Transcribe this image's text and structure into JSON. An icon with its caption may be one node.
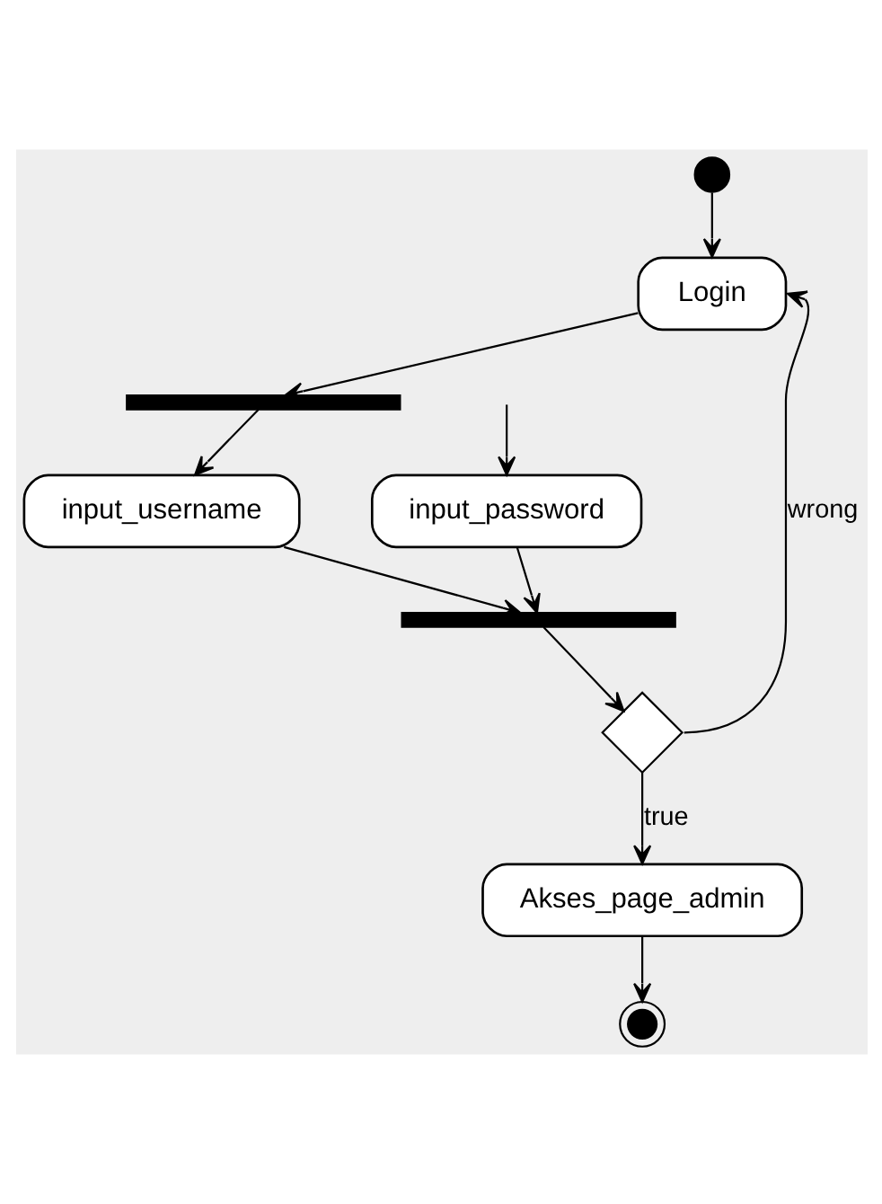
{
  "diagram": {
    "nodes": [
      {
        "text": [],
        "shape": "circle"
      },
      {
        "text": [
          "Login"
        ]
      },
      {
        "text": [],
        "shape": "bar"
      },
      {
        "text": [
          "input_username"
        ]
      },
      {
        "text": [
          "input_password"
        ]
      },
      {
        "text": [],
        "shape": "bar"
      },
      {
        "text": [],
        "shape": "diamond"
      },
      {
        "text": [
          "Akses_page_admin"
        ]
      },
      {
        "text": [],
        "shape": "circle"
      }
    ],
    "edges": [
      {
        "from": 0,
        "to": 1,
        "arrow": "to"
      },
      {
        "from": 1,
        "to": 2,
        "arrow": "to"
      },
      {
        "from": 2,
        "to": 3,
        "arrow": "to"
      },
      {
        "from": null,
        "to": 4,
        "arrow": "to"
      },
      {
        "from": 3,
        "to": 5,
        "arrow": "to"
      },
      {
        "from": 4,
        "to": 5,
        "arrow": "to"
      },
      {
        "from": 5,
        "to": 6,
        "arrow": "to"
      },
      {
        "from": 6,
        "to": 1,
        "arrow": "to",
        "label": "wrong"
      },
      {
        "from": 6,
        "to": 7,
        "arrow": "to",
        "label": "true"
      },
      {
        "from": 7,
        "to": 8,
        "arrow": "to"
      }
    ]
  }
}
